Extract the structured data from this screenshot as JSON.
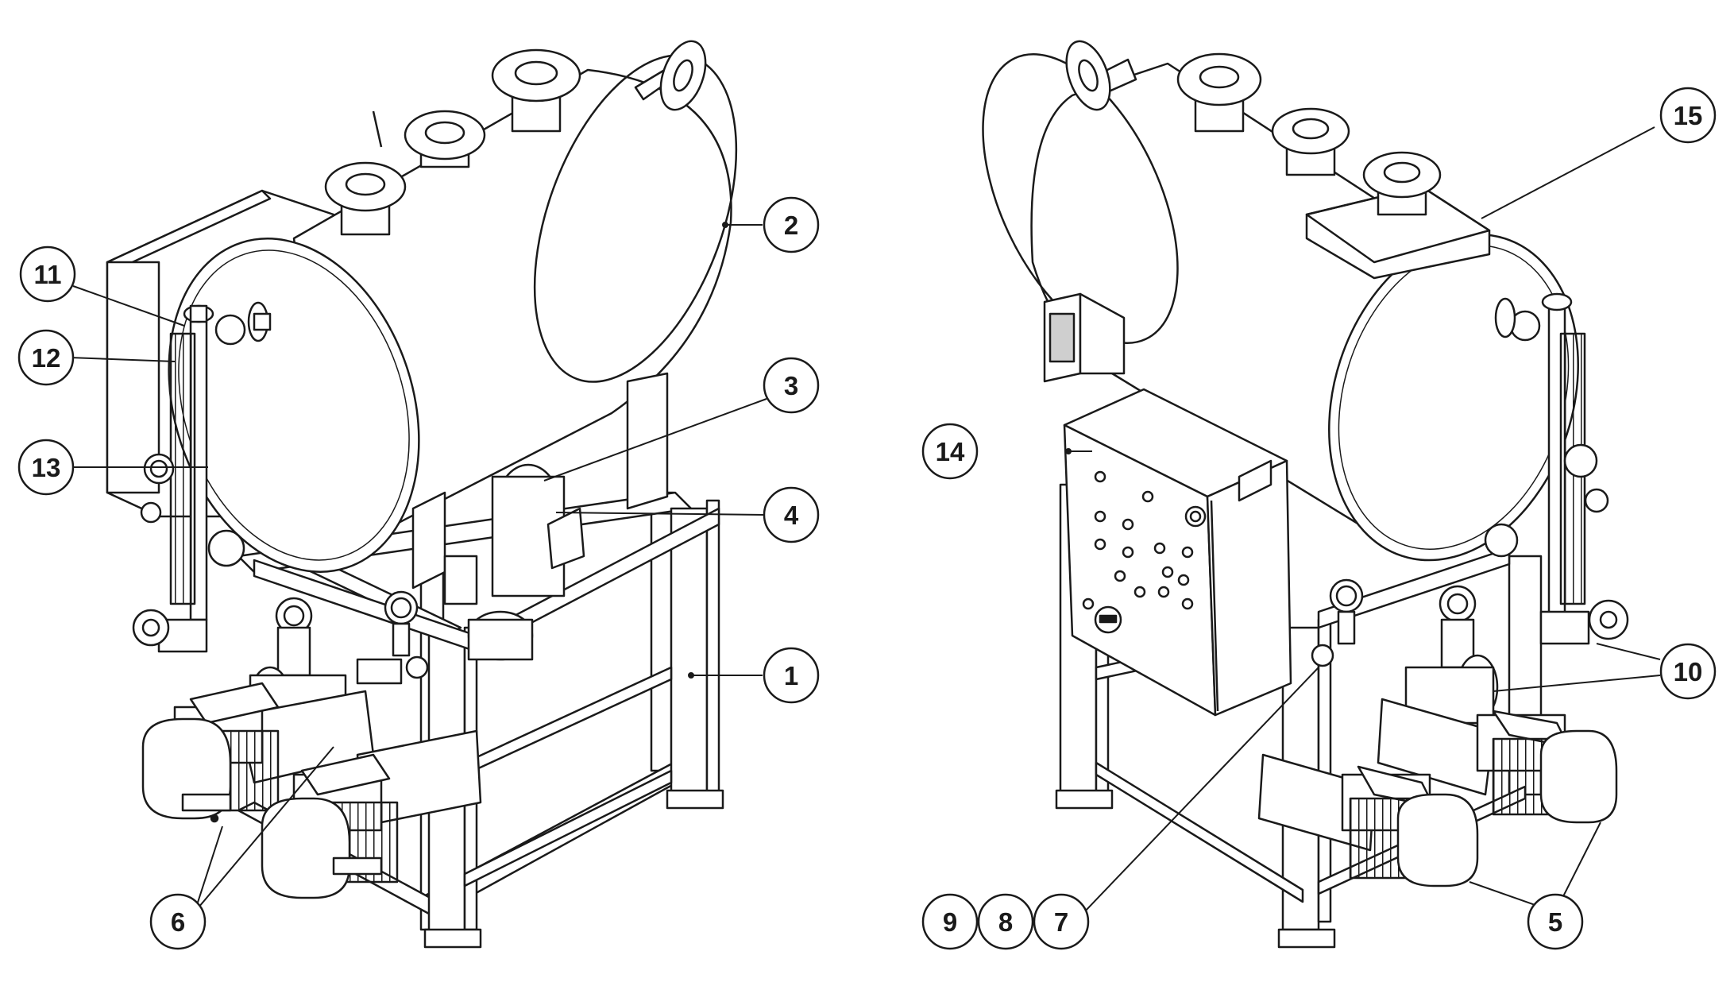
{
  "colors": {
    "line": "#1a1a1a",
    "background": "#ffffff",
    "fill": "#ffffff",
    "grey": "#9a9a9a"
  },
  "callouts": {
    "c1": "1",
    "c2": "2",
    "c3": "3",
    "c4": "4",
    "c5": "5",
    "c6": "6",
    "c7": "7",
    "c8": "8",
    "c9": "9",
    "c10": "10",
    "c11": "11",
    "c12": "12",
    "c13": "13",
    "c14": "14",
    "c15": "15"
  }
}
